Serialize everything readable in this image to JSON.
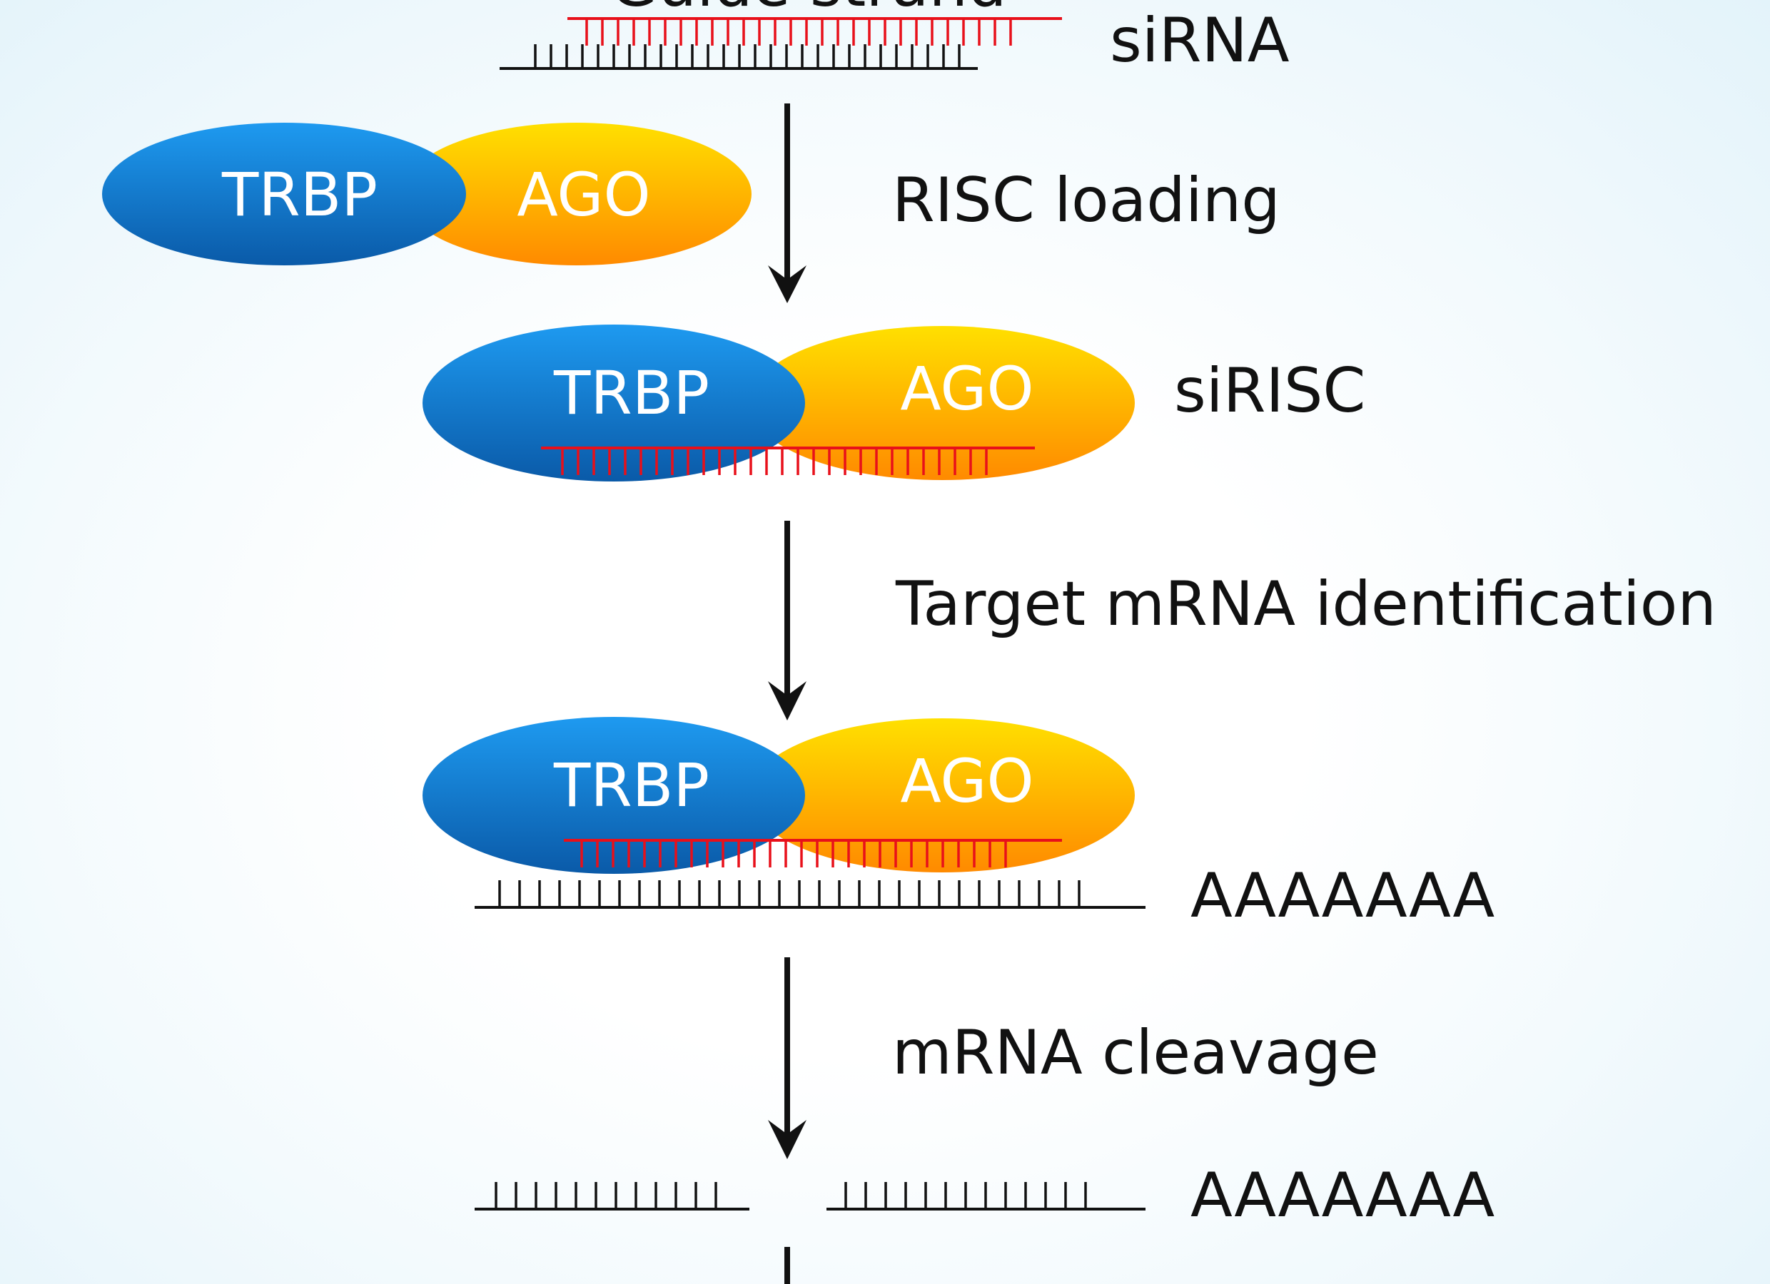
{
  "labels": {
    "guide_strand": "Guide strand",
    "sirna": "siRNA",
    "risc_loading": "RISC loading",
    "sirisc": "siRISC",
    "target_identification": "Target mRNA identification",
    "polya_target": "AAAAAAA",
    "mrna_cleavage": "mRNA cleavage",
    "polya_cleaved": "AAAAAAA"
  },
  "proteins": {
    "trbp": "TRBP",
    "ago": "AGO"
  },
  "colors": {
    "trbp_light": "#1e9af0",
    "trbp_dark": "#0a5aa8",
    "ago_light": "#ffe000",
    "ago_dark": "#ff8c00",
    "guide_strand": "#e8101a",
    "passenger_strand": "#111111",
    "arrow": "#111111"
  }
}
